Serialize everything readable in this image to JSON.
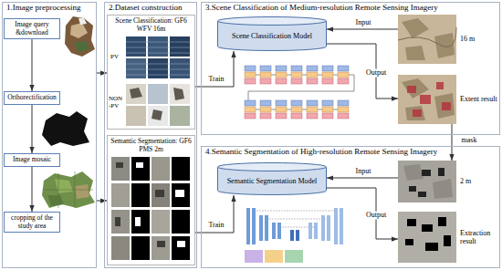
{
  "diagram": {
    "nodes": [
      {
        "text": [
          "1.Image preprocessing"
        ]
      },
      {
        "text": [
          "Image query &download"
        ],
        "in": 0
      },
      {
        "text": [
          "Orthorectification"
        ],
        "in": 0
      },
      {
        "text": [
          "Image mosaic"
        ],
        "in": 0
      },
      {
        "text": [
          "cropping of the study area"
        ],
        "in": 0
      },
      {
        "text": [
          "2.Dataset construction"
        ]
      },
      {
        "text": [
          "Scene Classification: GF6 WFV 16m",
          "PV",
          "NON -PV"
        ],
        "in": 5
      },
      {
        "text": [
          "Semantic Segmentation: GF6 PMS 2m"
        ],
        "in": 5
      },
      {
        "text": [
          "3.Scene Classification of Medium-resolution Remote Sensing Imagery"
        ]
      },
      {
        "text": [
          "Scene Classification Model"
        ],
        "in": 8
      },
      {
        "text": [
          "16 m"
        ],
        "in": 8
      },
      {
        "text": [
          "Extent result"
        ],
        "in": 8
      },
      {
        "text": [
          "4.Semantic Segmentation of High-resolution Remote Sensing Imagery"
        ]
      },
      {
        "text": [
          "Semantic Segmentation Model"
        ],
        "in": 12
      },
      {
        "text": [
          "2 m"
        ],
        "in": 12
      },
      {
        "text": [
          "Extraction result"
        ],
        "in": 12
      }
    ],
    "edges": [
      {
        "from": 1,
        "to": 2,
        "arrow": "to"
      },
      {
        "from": 2,
        "to": 3,
        "arrow": "to"
      },
      {
        "from": 3,
        "to": 4,
        "arrow": "to"
      },
      {
        "from": 0,
        "to": 6,
        "arrow": "to"
      },
      {
        "from": 0,
        "to": 7,
        "arrow": "to"
      },
      {
        "from": 6,
        "to": 9,
        "label": "Train",
        "arrow": "to"
      },
      {
        "from": 7,
        "to": 13,
        "label": "Train",
        "arrow": "to"
      },
      {
        "from": 10,
        "to": 9,
        "label": "Input",
        "arrow": "to"
      },
      {
        "from": 9,
        "to": 11,
        "label": "Output",
        "arrow": "to"
      },
      {
        "from": 11,
        "to": 14,
        "label": "mask",
        "arrow": "to"
      },
      {
        "from": 14,
        "to": 13,
        "label": "Input",
        "arrow": "to"
      },
      {
        "from": 13,
        "to": 15,
        "label": "Output",
        "arrow": "to"
      }
    ]
  }
}
